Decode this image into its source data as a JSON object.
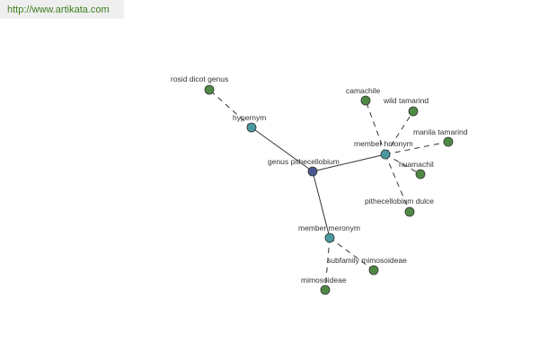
{
  "url_bar": {
    "text": "http://www.artikata.com"
  },
  "colors": {
    "center": "#4a5690",
    "relation": "#4a9aa0",
    "leaf": "#4f8a45",
    "node_stroke": "#333333",
    "edge": "#333333"
  },
  "graph": {
    "nodes": [
      {
        "id": "genus",
        "label": "genus pithecellobium",
        "kind": "center"
      },
      {
        "id": "hypernym",
        "label": "hypernym",
        "kind": "relation"
      },
      {
        "id": "holonym",
        "label": "member holonym",
        "kind": "relation"
      },
      {
        "id": "meronym",
        "label": "member meronym",
        "kind": "relation"
      },
      {
        "id": "rosid",
        "label": "rosid dicot genus",
        "kind": "leaf"
      },
      {
        "id": "camachile",
        "label": "camachile",
        "kind": "leaf"
      },
      {
        "id": "wildtam",
        "label": "wild tamarind",
        "kind": "leaf"
      },
      {
        "id": "manila",
        "label": "manila tamarind",
        "kind": "leaf"
      },
      {
        "id": "huamachil",
        "label": "huamachil",
        "kind": "leaf"
      },
      {
        "id": "dulce",
        "label": "pithecellobium dulce",
        "kind": "leaf"
      },
      {
        "id": "subfam",
        "label": "subfamily mimosoideae",
        "kind": "leaf"
      },
      {
        "id": "mimosoideae",
        "label": "mimosoideae",
        "kind": "leaf"
      }
    ],
    "edges": [
      {
        "from": "genus",
        "to": "hypernym",
        "style": "solid"
      },
      {
        "from": "genus",
        "to": "holonym",
        "style": "solid"
      },
      {
        "from": "genus",
        "to": "meronym",
        "style": "solid"
      },
      {
        "from": "hypernym",
        "to": "rosid",
        "style": "dashed"
      },
      {
        "from": "holonym",
        "to": "camachile",
        "style": "dashed"
      },
      {
        "from": "holonym",
        "to": "wildtam",
        "style": "dashed"
      },
      {
        "from": "holonym",
        "to": "manila",
        "style": "dashed"
      },
      {
        "from": "holonym",
        "to": "huamachil",
        "style": "dashed"
      },
      {
        "from": "holonym",
        "to": "dulce",
        "style": "dashed"
      },
      {
        "from": "meronym",
        "to": "subfam",
        "style": "dashed"
      },
      {
        "from": "meronym",
        "to": "mimosoideae",
        "style": "dashed"
      }
    ]
  }
}
